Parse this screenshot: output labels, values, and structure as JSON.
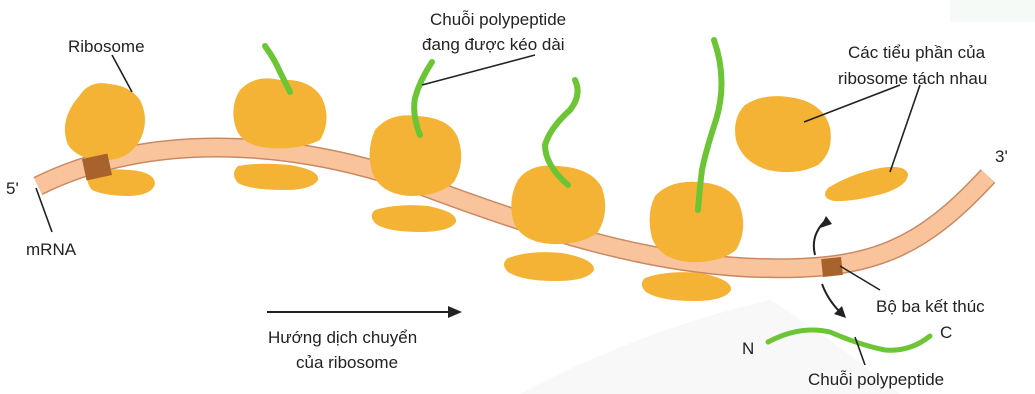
{
  "labels": {
    "ribosome": "Ribosome",
    "chain_line1": "Chuỗi polypeptide",
    "chain_line2": "đang được kéo dài",
    "sub_line1": "Các tiểu phần của",
    "sub_line2": "ribosome tách nhau",
    "five_prime": "5'",
    "three_prime": "3'",
    "mrna": "mRNA",
    "stop_codon": "Bộ ba kết thúc",
    "direction_line1": "Hướng dịch chuyển",
    "direction_line2": "của ribosome",
    "n_terminus": "N",
    "c_terminus": "C",
    "polypeptide": "Chuỗi polypeptide"
  },
  "colors": {
    "ribosome": "#f5b335",
    "ribosome_shade": "#e79a1b",
    "mrna": "#f9c39c",
    "mrna_edge": "#c98a63",
    "codon": "#a8632c",
    "polypeptide": "#6cc534",
    "text": "#222222"
  }
}
